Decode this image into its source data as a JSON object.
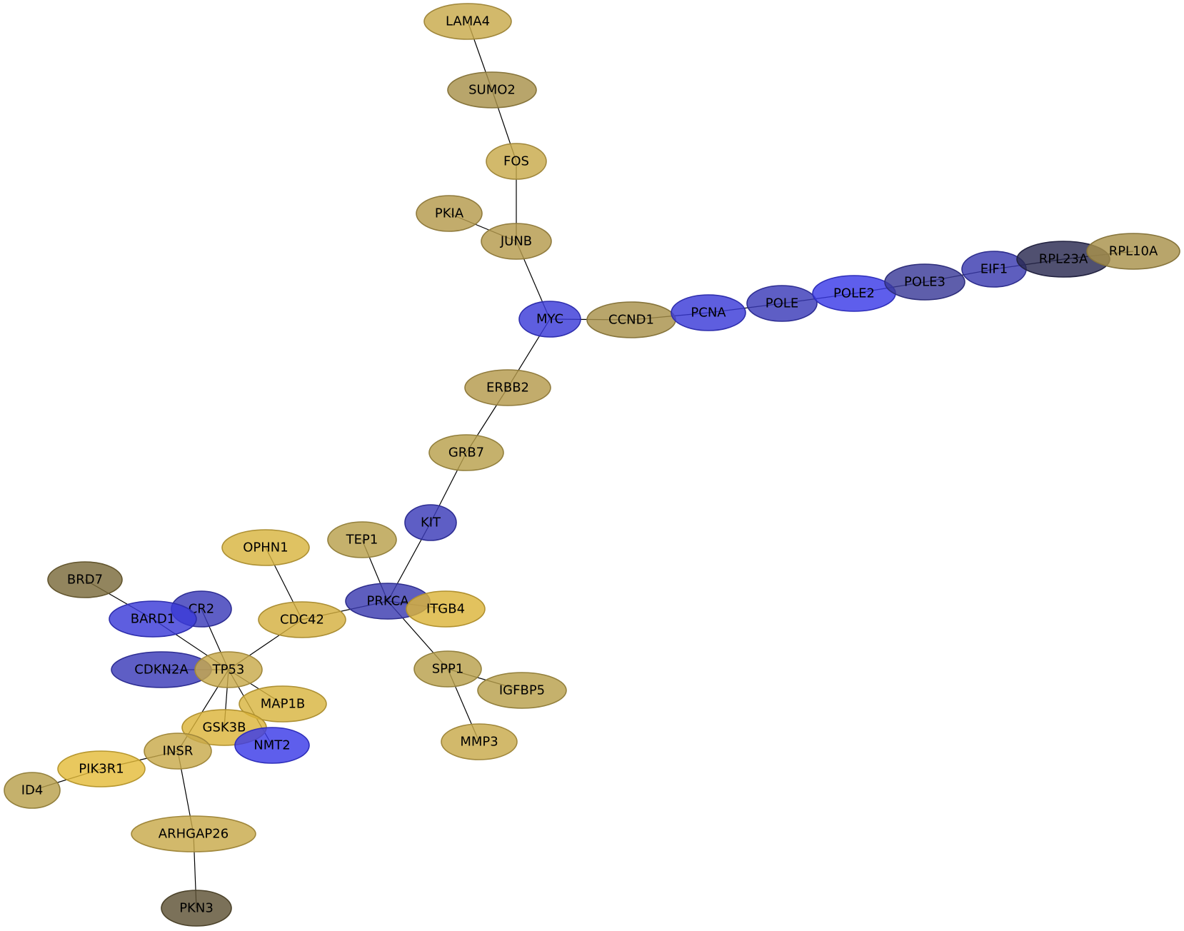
{
  "graph": {
    "nodes": [
      {
        "id": "LAMA4",
        "color": "#c8a94a"
      },
      {
        "id": "SUMO2",
        "color": "#a8914a"
      },
      {
        "id": "FOS",
        "color": "#c8a94a"
      },
      {
        "id": "PKIA",
        "color": "#b49a4c"
      },
      {
        "id": "JUNB",
        "color": "#b49a4c"
      },
      {
        "id": "MYC",
        "color": "#3a3ad8"
      },
      {
        "id": "CCND1",
        "color": "#a8914a"
      },
      {
        "id": "PCNA",
        "color": "#3a3ad8"
      },
      {
        "id": "POLE",
        "color": "#3a3ab8"
      },
      {
        "id": "POLE2",
        "color": "#3a3ae8"
      },
      {
        "id": "POLE3",
        "color": "#3a3a98"
      },
      {
        "id": "EIF1",
        "color": "#3a3ab0"
      },
      {
        "id": "RPL23A",
        "color": "#2a2a50"
      },
      {
        "id": "RPL10A",
        "color": "#a8914a"
      },
      {
        "id": "ERBB2",
        "color": "#b49a4c"
      },
      {
        "id": "GRB7",
        "color": "#b8a04c"
      },
      {
        "id": "KIT",
        "color": "#3a3ab8"
      },
      {
        "id": "TEP1",
        "color": "#b8a04c"
      },
      {
        "id": "PRKCA",
        "color": "#3a3ab0"
      },
      {
        "id": "ITGB4",
        "color": "#dcb43a"
      },
      {
        "id": "OPHN1",
        "color": "#d8b440"
      },
      {
        "id": "CDC42",
        "color": "#d4b040"
      },
      {
        "id": "SPP1",
        "color": "#b8a04c"
      },
      {
        "id": "IGFBP5",
        "color": "#b8a04c"
      },
      {
        "id": "MMP3",
        "color": "#c8a94a"
      },
      {
        "id": "BRD7",
        "color": "#7a6a3a"
      },
      {
        "id": "CR2",
        "color": "#3a3ab8"
      },
      {
        "id": "BARD1",
        "color": "#3a3ad8"
      },
      {
        "id": "CDKN2A",
        "color": "#3a3ab8"
      },
      {
        "id": "TP53",
        "color": "#c8a94a"
      },
      {
        "id": "MAP1B",
        "color": "#d8b440"
      },
      {
        "id": "GSK3B",
        "color": "#dcb43a"
      },
      {
        "id": "NMT2",
        "color": "#3a3ae8"
      },
      {
        "id": "INSR",
        "color": "#c8a94a"
      },
      {
        "id": "PIK3R1",
        "color": "#e4bc3a"
      },
      {
        "id": "ID4",
        "color": "#b8a04c"
      },
      {
        "id": "ARHGAP26",
        "color": "#c8a94a"
      },
      {
        "id": "PKN3",
        "color": "#5e5234"
      }
    ],
    "edges": [
      [
        "LAMA4",
        "SUMO2"
      ],
      [
        "SUMO2",
        "FOS"
      ],
      [
        "FOS",
        "JUNB"
      ],
      [
        "PKIA",
        "JUNB"
      ],
      [
        "JUNB",
        "MYC"
      ],
      [
        "MYC",
        "CCND1"
      ],
      [
        "CCND1",
        "PCNA"
      ],
      [
        "PCNA",
        "POLE"
      ],
      [
        "POLE",
        "POLE2"
      ],
      [
        "POLE2",
        "POLE3"
      ],
      [
        "POLE3",
        "EIF1"
      ],
      [
        "EIF1",
        "RPL23A"
      ],
      [
        "RPL23A",
        "RPL10A"
      ],
      [
        "MYC",
        "ERBB2"
      ],
      [
        "ERBB2",
        "GRB7"
      ],
      [
        "GRB7",
        "KIT"
      ],
      [
        "KIT",
        "PRKCA"
      ],
      [
        "TEP1",
        "PRKCA"
      ],
      [
        "PRKCA",
        "ITGB4"
      ],
      [
        "PRKCA",
        "CDC42"
      ],
      [
        "PRKCA",
        "SPP1"
      ],
      [
        "SPP1",
        "IGFBP5"
      ],
      [
        "SPP1",
        "MMP3"
      ],
      [
        "OPHN1",
        "CDC42"
      ],
      [
        "CDC42",
        "TP53"
      ],
      [
        "BRD7",
        "BARD1"
      ],
      [
        "BARD1",
        "TP53"
      ],
      [
        "CR2",
        "TP53"
      ],
      [
        "CDKN2A",
        "TP53"
      ],
      [
        "TP53",
        "MAP1B"
      ],
      [
        "TP53",
        "GSK3B"
      ],
      [
        "TP53",
        "NMT2"
      ],
      [
        "TP53",
        "INSR"
      ],
      [
        "INSR",
        "PIK3R1"
      ],
      [
        "PIK3R1",
        "ID4"
      ],
      [
        "INSR",
        "ARHGAP26"
      ],
      [
        "ARHGAP26",
        "PKN3"
      ]
    ]
  }
}
